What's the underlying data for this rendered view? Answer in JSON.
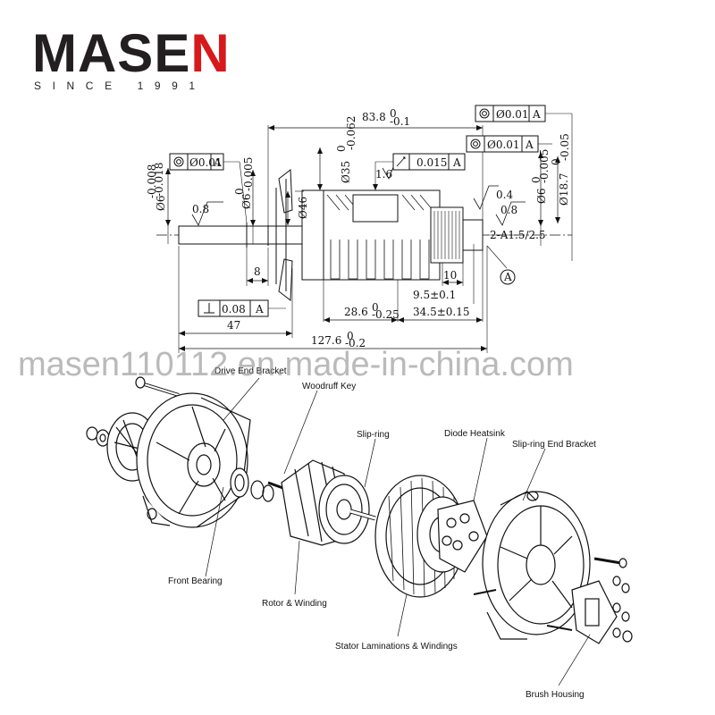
{
  "logo": {
    "brand_main": "MASE",
    "brand_accent": "N",
    "tagline": "SINCE 1991",
    "accent_color": "#d7191c"
  },
  "watermark": "masen110112.en.made-in-china.com",
  "dimensions": {
    "overall_top": "83.8",
    "tol_top": "0",
    "tol_top_low": "-0.1",
    "dia35": "Ø35",
    "dia35_tol_up": "0",
    "dia35_tol_low": "-0.062",
    "rough_1_6": "1.6",
    "runout_value": "0.015",
    "datum": "A",
    "conc_right_upper": "Ø0.01",
    "conc_right_lower": "Ø0.01",
    "conc_left": "Ø0.01",
    "dia6_left": "Ø6",
    "dia6_left_tol": "-0.008",
    "dia6_left_tol2": "-0.018",
    "dia6_mid": "Ø6",
    "dia6_mid_tol": "0",
    "dia6_mid_tol2": "-0.005",
    "dia46": "Ø46",
    "dia6_right": "Ø6",
    "dia6_right_tol": "0",
    "dia6_right_tol2": "-0.005",
    "dia18_7": "Ø18.7",
    "dia18_7_tol": "0",
    "dia18_7_tol2": "-0.05",
    "rough_0_8_left": "0.8",
    "rough_0_4": "0.4",
    "rough_0_8_right": "0.8",
    "center_hole": "2-A1.5/2.5",
    "datum_circle": "A",
    "dim_8": "8",
    "dim_10": "10",
    "dim_9_5": "9.5±0.1",
    "perp_value": "0.08",
    "dim_28_6": "28.6",
    "dim_28_6_tol_up": "0",
    "dim_28_6_tol_low": "-0.25",
    "dim_34_5": "34.5±0.15",
    "dim_47": "47",
    "dim_127_6": "127.6",
    "dim_127_6_tol_up": "0",
    "dim_127_6_tol_low": "-0.2"
  },
  "exploded_labels": {
    "drive_end_bracket": "Drive End Bracket",
    "woodruff_key": "Woodruff Key",
    "slip_ring": "Slip-ring",
    "diode_heatsink": "Diode Heatsink",
    "slip_ring_end_bracket": "Slip-ring End Bracket",
    "front_bearing": "Front Bearing",
    "rotor_winding": "Rotor & Winding",
    "stator": "Stator Laminations & Windings",
    "brush_housing": "Brush Housing"
  }
}
